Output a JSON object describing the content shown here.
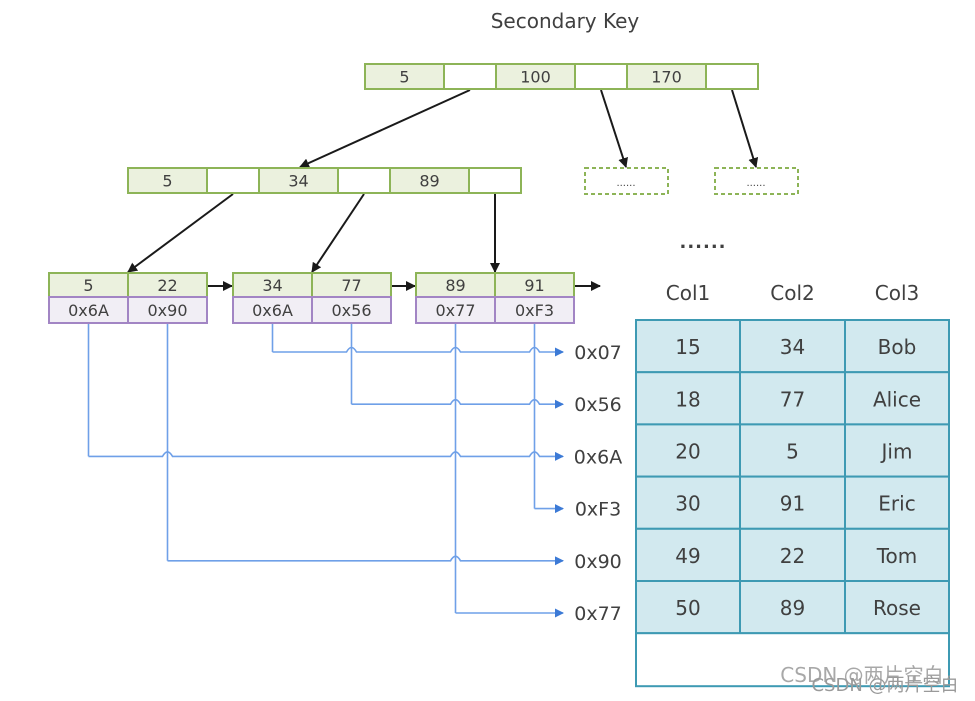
{
  "title": "Secondary Key",
  "root_node": {
    "keys": [
      "5",
      "100",
      "170"
    ]
  },
  "internal_node": {
    "keys": [
      "5",
      "34",
      "89"
    ]
  },
  "placeholder_nodes": [
    "......",
    "......"
  ],
  "ellipsis": "......",
  "leaf_nodes": [
    {
      "keys": [
        "5",
        "22"
      ],
      "addrs": [
        "0x6A",
        "0x90"
      ]
    },
    {
      "keys": [
        "34",
        "77"
      ],
      "addrs": [
        "0x6A",
        "0x56"
      ]
    },
    {
      "keys": [
        "89",
        "91"
      ],
      "addrs": [
        "0x77",
        "0xF3"
      ]
    }
  ],
  "addresses": [
    "0x07",
    "0x56",
    "0x6A",
    "0xF3",
    "0x90",
    "0x77"
  ],
  "table": {
    "headers": [
      "Col1",
      "Col2",
      "Col3"
    ],
    "rows": [
      [
        "15",
        "34",
        "Bob"
      ],
      [
        "18",
        "77",
        "Alice"
      ],
      [
        "20",
        "5",
        "Jim"
      ],
      [
        "30",
        "91",
        "Eric"
      ],
      [
        "49",
        "22",
        "Tom"
      ],
      [
        "50",
        "89",
        "Rose"
      ]
    ]
  },
  "pointer_links": [
    {
      "from_leaf": 1,
      "from_slot": 0,
      "to_address": "0x07"
    },
    {
      "from_leaf": 1,
      "from_slot": 1,
      "to_address": "0x56"
    },
    {
      "from_leaf": 0,
      "from_slot": 0,
      "to_address": "0x6A"
    },
    {
      "from_leaf": 2,
      "from_slot": 1,
      "to_address": "0xF3"
    },
    {
      "from_leaf": 0,
      "from_slot": 1,
      "to_address": "0x90"
    },
    {
      "from_leaf": 2,
      "from_slot": 0,
      "to_address": "0x77"
    }
  ],
  "watermarks": [
    "CSDN @两片空白",
    "CSDN @两片空白"
  ],
  "colors": {
    "key_fill": "#ebf1de",
    "key_stroke": "#8db457",
    "addr_fill": "#f1eef5",
    "addr_stroke": "#a285c4",
    "table_fill": "#d2e9ef",
    "table_stroke": "#3e9ab3",
    "link_line": "#6fa0e8"
  }
}
